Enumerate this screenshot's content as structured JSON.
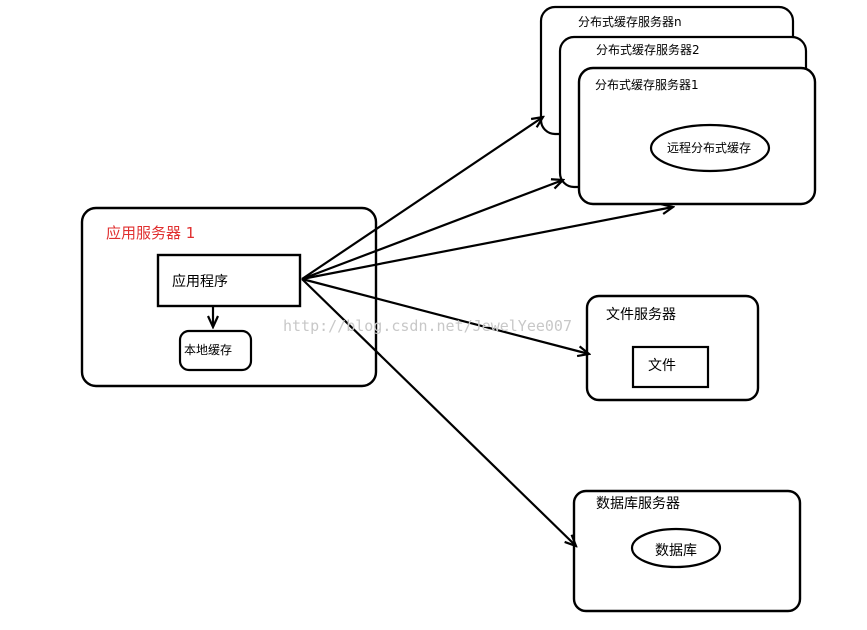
{
  "colors": {
    "stroke": "#000000",
    "app_server_label": "#e03030",
    "watermark": "#c8c8c8",
    "background": "#ffffff"
  },
  "app_server": {
    "label": "应用服务器 1",
    "program": "应用程序",
    "local_cache": "本地缓存"
  },
  "distributed_cache_servers": [
    {
      "label": "分布式缓存服务器n"
    },
    {
      "label": "分布式缓存服务器2"
    },
    {
      "label": "分布式缓存服务器1",
      "content": "远程分布式缓存"
    }
  ],
  "file_server": {
    "label": "文件服务器",
    "content": "文件"
  },
  "database_server": {
    "label": "数据库服务器",
    "content": "数据库"
  },
  "watermark": "http://blog.csdn.net/JewelYee007"
}
